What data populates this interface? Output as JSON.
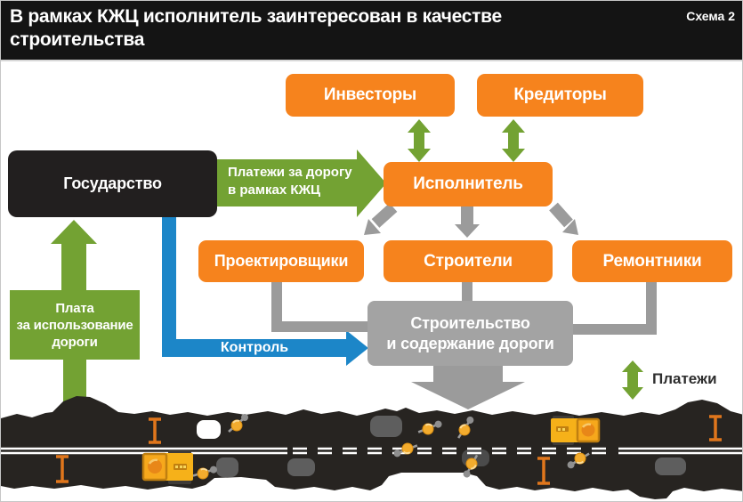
{
  "header": {
    "title_line1": "В рамках КЖЦ исполнитель заинтересован в качестве",
    "title_line2": "строительства",
    "scheme_label": "Схема 2"
  },
  "nodes": {
    "investors": "Инвесторы",
    "creditors": "Кредиторы",
    "contractor": "Исполнитель",
    "government": "Государство",
    "designers": "Проектировщики",
    "builders": "Строители",
    "repairers": "Ремонтники",
    "construction_line1": "Строительство",
    "construction_line2": "и содержание дороги"
  },
  "flows": {
    "payments_for_road_line1": "Платежи за дорогу",
    "payments_for_road_line2": "в рамках КЖЦ",
    "control": "Контроль",
    "usage_fee_line1": "Плата",
    "usage_fee_line2": "за использование",
    "usage_fee_line3": "дороги"
  },
  "legend": {
    "payments": "Платежи"
  },
  "colors": {
    "orange": "#F6831D",
    "green": "#73A233",
    "blue": "#1C86C8",
    "gray_box": "#A3A3A3",
    "gray_arrow": "#9B9B9B",
    "header_black": "#141414",
    "road_black": "#272421",
    "marker_orange": "#E0761C",
    "vehicle_yellow": "#F6B119"
  }
}
